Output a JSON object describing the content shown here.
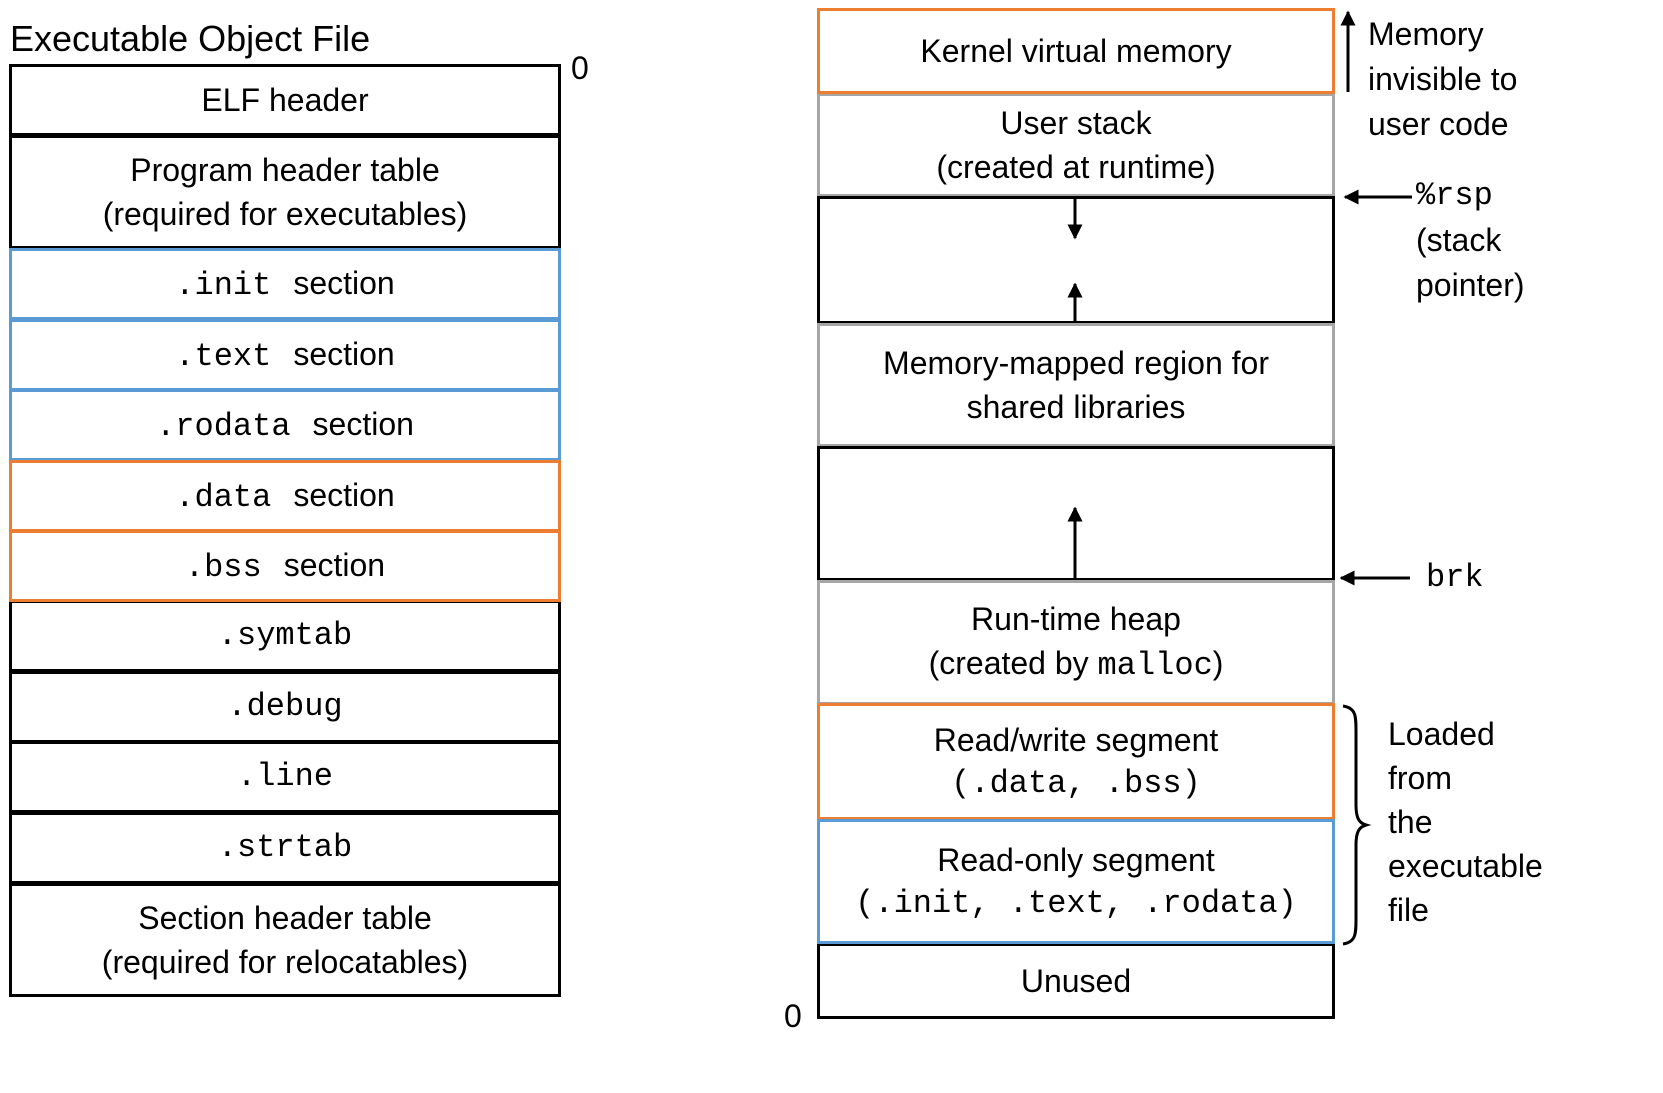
{
  "left": {
    "title": "Executable Object File",
    "zero": "0",
    "rows": [
      {
        "l1": "ELF header",
        "color": "#000000"
      },
      {
        "l1": "Program header table",
        "l2": "(required for executables)",
        "color": "#000000"
      },
      {
        "code": ".init",
        "label": "section",
        "color": "#5b9bd5"
      },
      {
        "code": ".text",
        "label": "section",
        "color": "#5b9bd5"
      },
      {
        "code": ".rodata",
        "label": "section",
        "color": "#5b9bd5"
      },
      {
        "code": ".data",
        "label": "section",
        "color": "#ed7d31"
      },
      {
        "code": ".bss",
        "label": "section",
        "color": "#ed7d31"
      },
      {
        "code": ".symtab",
        "color": "#000000"
      },
      {
        "code": ".debug",
        "color": "#000000"
      },
      {
        "code": ".line",
        "color": "#000000"
      },
      {
        "code": ".strtab",
        "color": "#000000"
      },
      {
        "l1": "Section header table",
        "l2": "(required for relocatables)",
        "color": "#000000"
      }
    ]
  },
  "right": {
    "zero": "0",
    "blocks": {
      "kernel": {
        "l1": "Kernel virtual memory",
        "color": "#ed7d31"
      },
      "stack": {
        "l1": "User stack",
        "l2": "(created at runtime)",
        "color": "#a6a6a6"
      },
      "mmap": {
        "l1": "Memory-mapped region for",
        "l2": "shared libraries",
        "color": "#a6a6a6"
      },
      "heap": {
        "l1": "Run-time heap",
        "l2_pre": "(created by ",
        "l2_code": "malloc",
        "l2_post": ")",
        "color": "#a6a6a6"
      },
      "rw": {
        "l1": "Read/write segment",
        "l2": "(.data, .bss)",
        "color": "#ed7d31"
      },
      "ro": {
        "l1": "Read-only segment",
        "l2": "(.init, .text, .rodata)",
        "color": "#5b9bd5"
      },
      "unused": {
        "l1": "Unused",
        "color": "#000000"
      }
    },
    "notes": {
      "kernel": [
        "Memory",
        "invisible to",
        "user code"
      ],
      "rsp_code": "%rsp",
      "rsp": [
        "(stack",
        "pointer)"
      ],
      "brk": "brk",
      "loaded": [
        "Loaded",
        "from",
        "the",
        "executable",
        "file"
      ]
    }
  }
}
